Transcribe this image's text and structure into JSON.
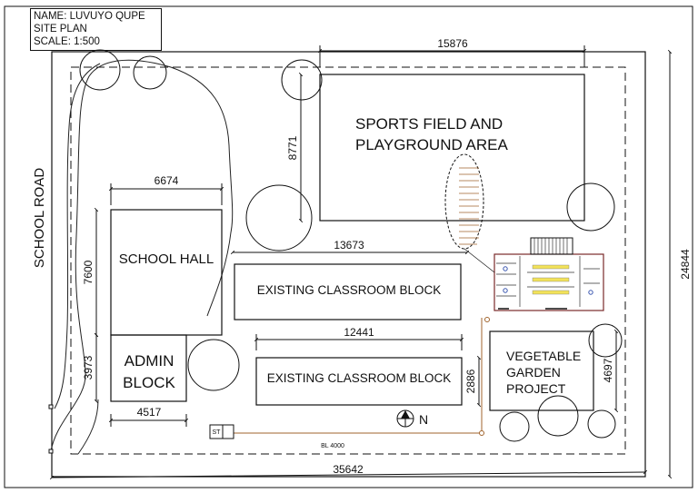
{
  "title_block": {
    "name": "NAME: LUVUYO QUPE",
    "drawing": "SITE PLAN",
    "scale": "SCALE: 1:500"
  },
  "road_label": "SCHOOL ROAD",
  "buildings": {
    "sports_line1": "SPORTS FIELD AND",
    "sports_line2": "PLAYGROUND AREA",
    "school_hall": "SCHOOL HALL",
    "admin_line1": "ADMIN",
    "admin_line2": "BLOCK",
    "classroom_upper": "EXISTING CLASSROOM BLOCK",
    "classroom_lower": "EXISTING CLASSROOM BLOCK",
    "garden_line1": "VEGETABLE",
    "garden_line2": "GARDEN",
    "garden_line3": "PROJECT"
  },
  "dimensions": {
    "sports_width": "15876",
    "sports_height": "8771",
    "hall_width": "6674",
    "hall_height": "7600",
    "admin_height": "3973",
    "admin_width": "4517",
    "upper_block_width": "13673",
    "lower_block_width": "12441",
    "lower_block_height": "2886",
    "garden_height": "4697",
    "site_width": "35642",
    "site_height": "24844"
  },
  "labels": {
    "north": "N",
    "septic_tank": "ST",
    "building_line": "BL 4000"
  },
  "colors": {
    "line": "#111111",
    "drain": "#a0632c",
    "highlight": "#f2e25a"
  }
}
